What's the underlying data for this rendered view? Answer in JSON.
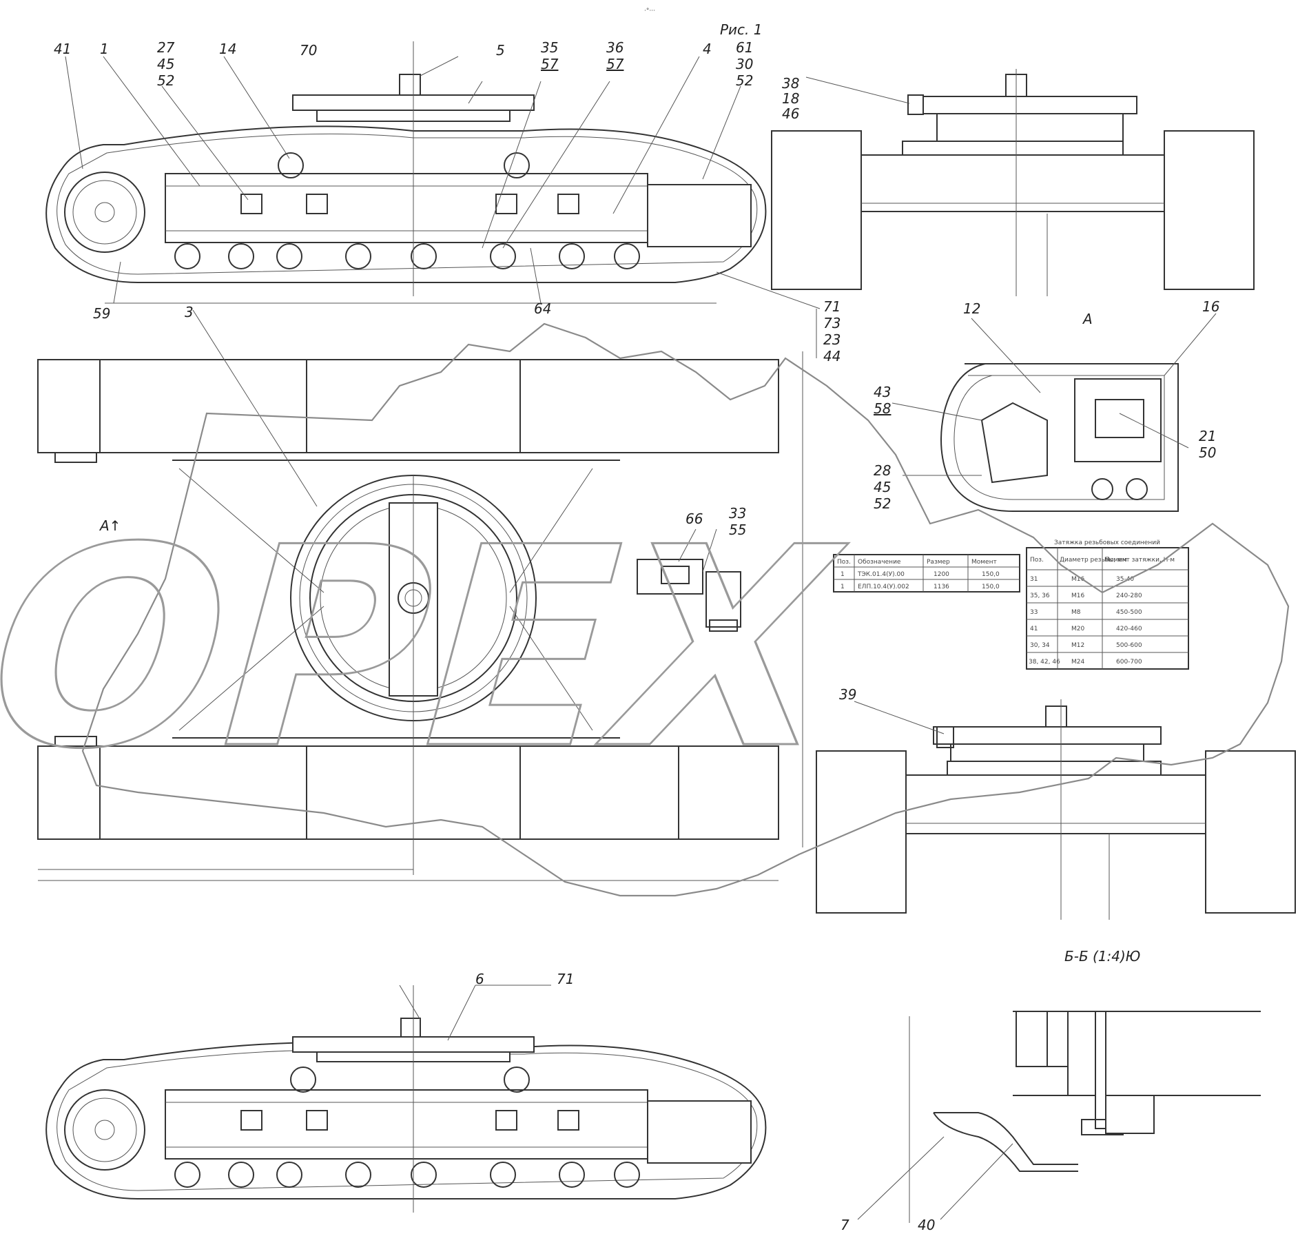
{
  "title": "Рис. 1",
  "top_dots": "·°···",
  "view_a_label": "А",
  "view_a_arrow": "А↑",
  "section_label": "Б-Б (1:4)Ю",
  "callouts": {
    "c41": "41",
    "c1": "1",
    "c27": "27",
    "c45a": "45",
    "c52a": "52",
    "c14": "14",
    "c70": "70",
    "c5": "5",
    "c35": "35",
    "c57a": "57",
    "c36": "36",
    "c57b": "57",
    "c4": "4",
    "c61": "61",
    "c30": "30",
    "c52b": "52",
    "c59": "59",
    "c64": "64",
    "c3": "3",
    "c71a": "71",
    "c73": "73",
    "c23": "23",
    "c44": "44",
    "c38": "38",
    "c18": "18",
    "c46": "46",
    "c12": "12",
    "c16": "16",
    "c43": "43",
    "c58": "58",
    "c21": "21",
    "c50": "50",
    "c28": "28",
    "c45b": "45",
    "c52c": "52",
    "c66": "66",
    "c33": "33",
    "c55": "55",
    "c39": "39",
    "c6": "6",
    "c71b": "71",
    "c7": "7",
    "c40": "40"
  },
  "tables": {
    "left": {
      "rows": [
        [
          "Поз.",
          "Обозначение",
          "Размер",
          "Момент"
        ],
        [
          "1",
          "ТЭК.01.4(У).00",
          "1200",
          "150,0"
        ],
        [
          "1",
          "ЕЛП.10.4(У).002",
          "1136",
          "150,0"
        ]
      ]
    },
    "right": {
      "caption": "Затяжка резьбовых соединений",
      "rows": [
        [
          "Поз.",
          "Диаметр резьбы, мм",
          "Момент затяжки, Н·м"
        ],
        [
          "31",
          "М16",
          "35-40"
        ],
        [
          "35, 36",
          "М16",
          "240-280"
        ],
        [
          "33",
          "М8",
          "450-500"
        ],
        [
          "41",
          "М20",
          "420-460"
        ],
        [
          "30, 34",
          "М12",
          "500-600"
        ],
        [
          "38, 42, 46",
          "М24",
          "600-700"
        ]
      ]
    }
  },
  "watermark_text": "OPEX"
}
